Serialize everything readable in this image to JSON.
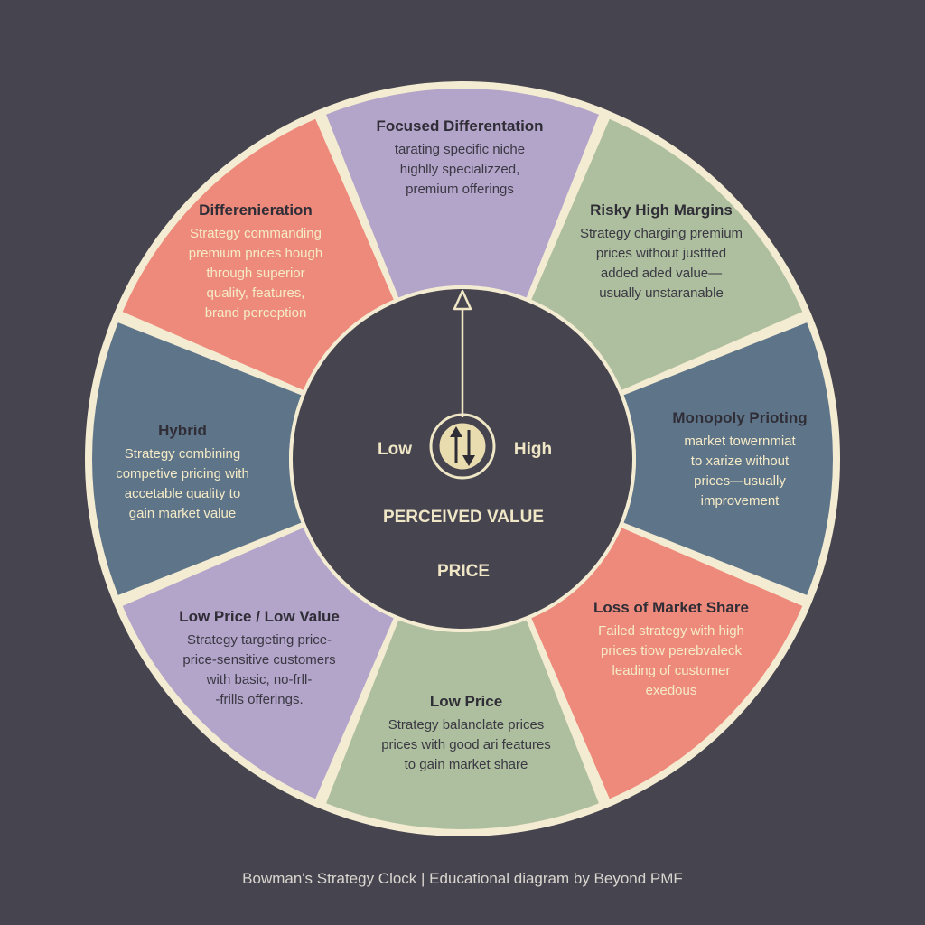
{
  "diagram": {
    "colors": {
      "background": "#46444f",
      "coral": "#ee8a7b",
      "lavender": "#b3a4ca",
      "sage": "#aebf9f",
      "slate": "#5e7489",
      "ring": "#f4ecd2",
      "hub": "#46444f",
      "title_text": "#2f2d36",
      "accent_text": "#f5ebc6",
      "dark_body_text": "#3a3842"
    },
    "segments": [
      {
        "key": "focused_differentiation",
        "title": "Focused Differentation",
        "lines": [
          "tarating specific niche",
          "highlly specializzed,",
          "premium offerings"
        ],
        "color": "lavender"
      },
      {
        "key": "risky_high_margins",
        "title": "Risky High Margins",
        "lines": [
          "Strategy charging premium",
          "prices without justfted",
          "added aded value—",
          "usually unstaranable"
        ],
        "color": "sage"
      },
      {
        "key": "monopoly_pricing",
        "title": "Monopoly Prioting",
        "lines": [
          "market towernmiat",
          "to xarize without",
          "prices—usually",
          "improvement"
        ],
        "color": "slate"
      },
      {
        "key": "loss_of_market_share",
        "title": "Loss of Market Share",
        "lines": [
          "Failed strategy with high",
          "prices tiow perebvaleck",
          "leading of customer",
          "exedous"
        ],
        "color": "coral"
      },
      {
        "key": "low_price",
        "title": "Low Price",
        "lines": [
          "Strategy balanclate prices",
          "prices with good ari features",
          "to gain market share"
        ],
        "color": "sage"
      },
      {
        "key": "low_price_low_value",
        "title": "Low Price / Low Value",
        "lines": [
          "Strategy targeting price-",
          "price-sensitive customers",
          "with basic, no-frll-",
          "-frills offerings."
        ],
        "color": "lavender"
      },
      {
        "key": "hybrid",
        "title": "Hybrid",
        "lines": [
          "Strategy combining",
          "competive pricing with",
          "accetable quality to",
          "gain market value"
        ],
        "color": "slate"
      },
      {
        "key": "differentiation",
        "title": "Differenieration",
        "lines": [
          "Strategy commanding",
          "premium prices hough",
          "through superior",
          "quality, features,",
          "brand perception"
        ],
        "color": "coral"
      }
    ],
    "center": {
      "left_label": "Low",
      "right_label": "High",
      "axis_label_1": "PERCEIVED VALUE",
      "axis_label_2": "PRICE",
      "icon": "up-down-arrows-icon"
    }
  },
  "footer": {
    "caption": "Bowman's Strategy Clock | Educational diagram by Beyond PMF"
  }
}
